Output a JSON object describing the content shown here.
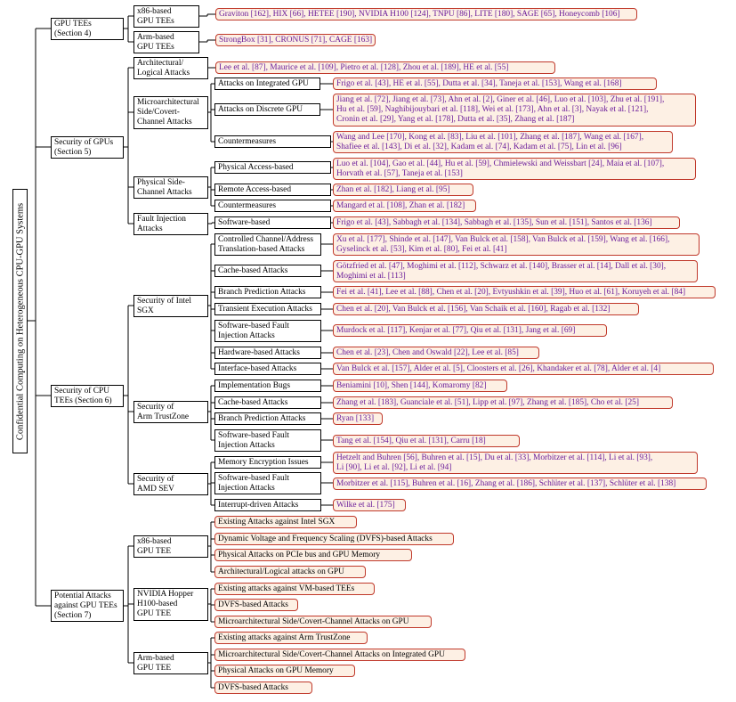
{
  "root": {
    "title": "Confidential Computing on Heterogeneous CPU-GPU Systems"
  },
  "sections": {
    "gpu_tees": {
      "title": "GPU TEEs",
      "sub": "(Section 4)"
    },
    "gpus": {
      "title": "Security of GPUs",
      "sub": "(Section 5)"
    },
    "cpu_tees": {
      "title": "Security of CPU",
      "sub": "TEEs (Section 6)"
    },
    "potential": {
      "title": "Potential Attacks",
      "sub": "against GPU TEEs",
      "sub2": "(Section 7)"
    }
  },
  "groups": {
    "x86_gpu": {
      "l1": "x86-based",
      "l2": "GPU TEEs"
    },
    "arm_gpu": {
      "l1": "Arm-based",
      "l2": "GPU TEEs"
    },
    "arch_logical": {
      "l1": "Architectural/",
      "l2": "Logical Attacks"
    },
    "micro": {
      "l1": "Microarchitectural",
      "l2": "Side/Covert-",
      "l3": "Channel Attacks"
    },
    "physical": {
      "l1": "Physical Side-",
      "l2": "Channel Attacks"
    },
    "fault": {
      "l1": "Fault Injection",
      "l2": "Attacks"
    },
    "sgx": {
      "l1": "Security of Intel",
      "l2": "SGX"
    },
    "trustzone": {
      "l1": "Security of",
      "l2": "Arm TrustZone"
    },
    "sev": {
      "l1": "Security of",
      "l2": "AMD SEV"
    },
    "x86_tee": {
      "l1": "x86-based",
      "l2": "GPU TEE"
    },
    "hopper": {
      "l1": "NVIDIA Hopper",
      "l2": "H100-based",
      "l3": "GPU TEE"
    },
    "arm_tee": {
      "l1": "Arm-based",
      "l2": "GPU TEE"
    }
  },
  "subs": {
    "integrated": "Attacks on Integrated GPU",
    "discrete": "Attacks on Discrete GPU",
    "countermeasures_micro": "Countermeasures",
    "physical_access": "Physical Access-based",
    "remote_access": "Remote Access-based",
    "countermeasures_phys": "Countermeasures",
    "software_fault": "Software-based",
    "sgx_controlled_1": "Controlled Channel/Address",
    "sgx_controlled_2": "Translation-based Attacks",
    "sgx_cache": "Cache-based Attacks",
    "sgx_branch": "Branch Prediction Attacks",
    "sgx_transient": "Transient Execution Attacks",
    "sgx_swfault_1": "Software-based Fault",
    "sgx_swfault_2": "Injection Attacks",
    "sgx_hardware": "Hardware-based Attacks",
    "sgx_interface": "Interface-based Attacks",
    "tz_impl": "Implementation Bugs",
    "tz_cache": "Cache-based Attacks",
    "tz_branch": "Branch Prediction Attacks",
    "tz_swfault_1": "Software-based Fault",
    "tz_swfault_2": "Injection Attacks",
    "sev_memenc": "Memory Encryption Issues",
    "sev_swfault_1": "Software-based Fault",
    "sev_swfault_2": "Injection Attacks",
    "sev_interrupt": "Interrupt-driven Attacks"
  },
  "refs": {
    "x86_gpu": "Graviton [162], HIX [66], HETEE [190], NVIDIA H100 [124], TNPU [86], LITE [180], SAGE [65], Honeycomb [106]",
    "arm_gpu": "StrongBox [31], CRONUS [71], CAGE [163]",
    "arch_logical": "Lee et al. [87], Maurice et al. [109], Pietro et al. [128], Zhou et al. [189], HE et al. [55]",
    "integrated": "Frigo et al. [43], HE et al. [55], Dutta et al. [34], Taneja et al. [153], Wang et al. [168]",
    "discrete_1": "Jiang et al. [72], Jiang et al. [73], Ahn et al. [2], Giner et al. [46], Luo et al. [103], Zhu et al. [191],",
    "discrete_2": "Hu et al. [59], Naghibijouybari et al. [118], Wei et al. [173], Ahn et al. [3], Nayak et al. [121],",
    "discrete_3": "Cronin et al. [29], Yang et al. [178], Dutta et al. [35], Zhang et al. [187]",
    "counter_micro_1": "Wang and Lee [170], Kong et al. [83], Liu et al. [101], Zhang et al. [187], Wang et al. [167],",
    "counter_micro_2": "Shafiee et al. [143], Di et al. [32], Kadam et al. [74], Kadam et al. [75], Lin et al. [96]",
    "phys_access_1": "Luo et al. [104], Gao et al. [44], Hu et al. [59], Chmielewski and Weissbart [24], Maia et al. [107],",
    "phys_access_2": "Horvath et al. [57], Taneja et al. [153]",
    "remote_access": "Zhan et al. [182], Liang et al. [95]",
    "counter_phys": "Mangard et al. [108], Zhan et al. [182]",
    "software_fault": "Frigo et al. [43], Sabbagh et al. [134], Sabbagh et al. [135], Sun et al. [151], Santos et al. [136]",
    "sgx_controlled_1": "Xu et al. [177], Shinde et al. [147], Van Bulck et al. [158], Van Bulck et al. [159], Wang et al. [166],",
    "sgx_controlled_2": "Gyselinck et al. [53], Kim et al. [80], Fei et al. [41]",
    "sgx_cache_1": "Götzfried et al. [47], Moghimi et al. [112], Schwarz et al. [140], Brasser et al. [14], Dall et al. [30],",
    "sgx_cache_2": "Moghimi et al. [113]",
    "sgx_branch": "Fei et al. [41], Lee et al. [88], Chen et al. [20], Evtyushkin et al. [39], Huo et al. [61], Koruyeh et al. [84]",
    "sgx_transient": "Chen et al. [20], Van Bulck et al. [156], Van Schaik et al. [160], Ragab et al. [132]",
    "sgx_swfault": "Murdock et al. [117], Kenjar et al. [77], Qiu et al. [131], Jang et al. [69]",
    "sgx_hardware": "Chen et al. [23], Chen and Oswald [22], Lee et al. [85]",
    "sgx_interface": "Van Bulck et al. [157], Alder et al. [5], Cloosters et al. [26], Khandaker et al. [78], Alder et al. [4]",
    "tz_impl": "Beniamini [10], Shen [144], Komaromy [82]",
    "tz_cache": "Zhang et al. [183], Guanciale et al. [51], Lipp et al. [97], Zhang et al. [185], Cho et al. [25]",
    "tz_branch": "Ryan [133]",
    "tz_swfault": "Tang et al. [154], Qiu et al. [131], Carru [18]",
    "sev_memenc_1": "Hetzelt and Buhren [56], Buhren et al. [15], Du et al. [33], Morbitzer et al. [114], Li et al. [93],",
    "sev_memenc_2": "Li [90], Li et al. [92], Li et al. [94]",
    "sev_swfault": "Morbitzer et al. [115], Buhren et al. [16], Zhang et al. [186], Schlüter et al. [137], Schlüter et al. [138]",
    "sev_interrupt": "Wilke et al. [175]"
  },
  "leaves": {
    "x86_1": "Existing Attacks against Intel SGX",
    "x86_2": "Dynamic Voltage and Frequency Scaling (DVFS)-based Attacks",
    "x86_3": "Physical Attacks on PCIe bus and GPU Memory",
    "x86_4": "Architectural/Logical attacks on GPU",
    "hop_1": "Existing attacks against VM-based TEEs",
    "hop_2": "DVFS-based Attacks",
    "hop_3": "Microarchitectural Side/Covert-Channel Attacks on GPU",
    "arm_1": "Existing attacks against Arm TrustZone",
    "arm_2": "Microarchitectural Side/Covert-Channel Attacks on Integrated GPU",
    "arm_3": "Physical Attacks on GPU Memory",
    "arm_4": "DVFS-based Attacks"
  }
}
